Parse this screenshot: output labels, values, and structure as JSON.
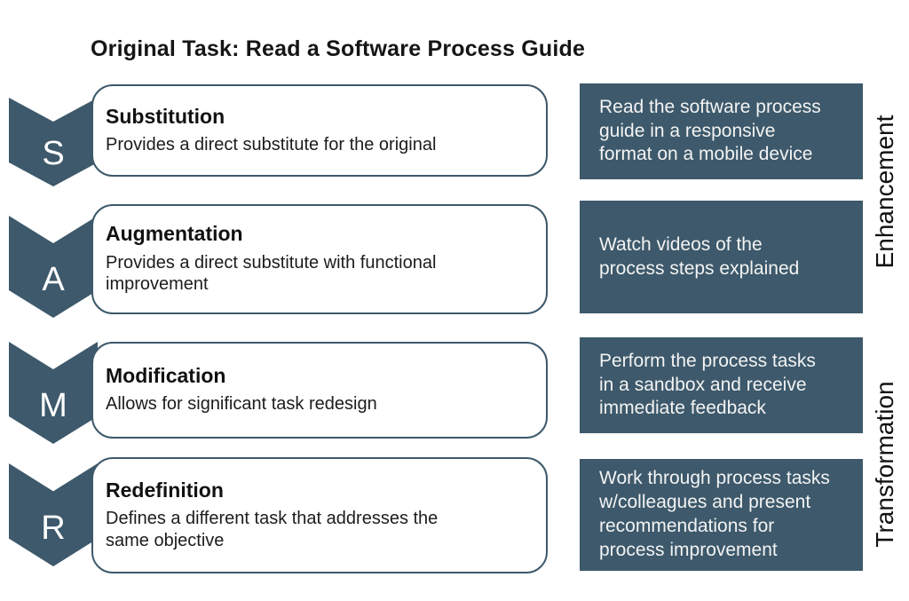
{
  "title": "Original Task: Read a Software Process Guide",
  "colors": {
    "accent_teal": "#3d596b",
    "card_border": "#3d596b",
    "task_text": "#f3f3f3",
    "dark_text": "#111111"
  },
  "rows": [
    {
      "letter": "S",
      "heading": "Substitution",
      "description": "Provides a direct substitute for the original",
      "task": "Read the software process\nguide in a responsive\nformat on a mobile device"
    },
    {
      "letter": "A",
      "heading": "Augmentation",
      "description": "Provides a direct substitute with functional\nimprovement",
      "task": "Watch videos of the\nprocess steps explained"
    },
    {
      "letter": "M",
      "heading": "Modification",
      "description": "Allows for significant task redesign",
      "task": "Perform the process tasks\nin a sandbox and receive\nimmediate feedback"
    },
    {
      "letter": "R",
      "heading": "Redefinition",
      "description": "Defines a different task that addresses the\nsame objective",
      "task": "Work through process tasks\nw/colleagues and present\nrecommendations for\nprocess improvement"
    }
  ],
  "side_labels": {
    "top": "Enhancement",
    "bottom": "Transformation"
  }
}
